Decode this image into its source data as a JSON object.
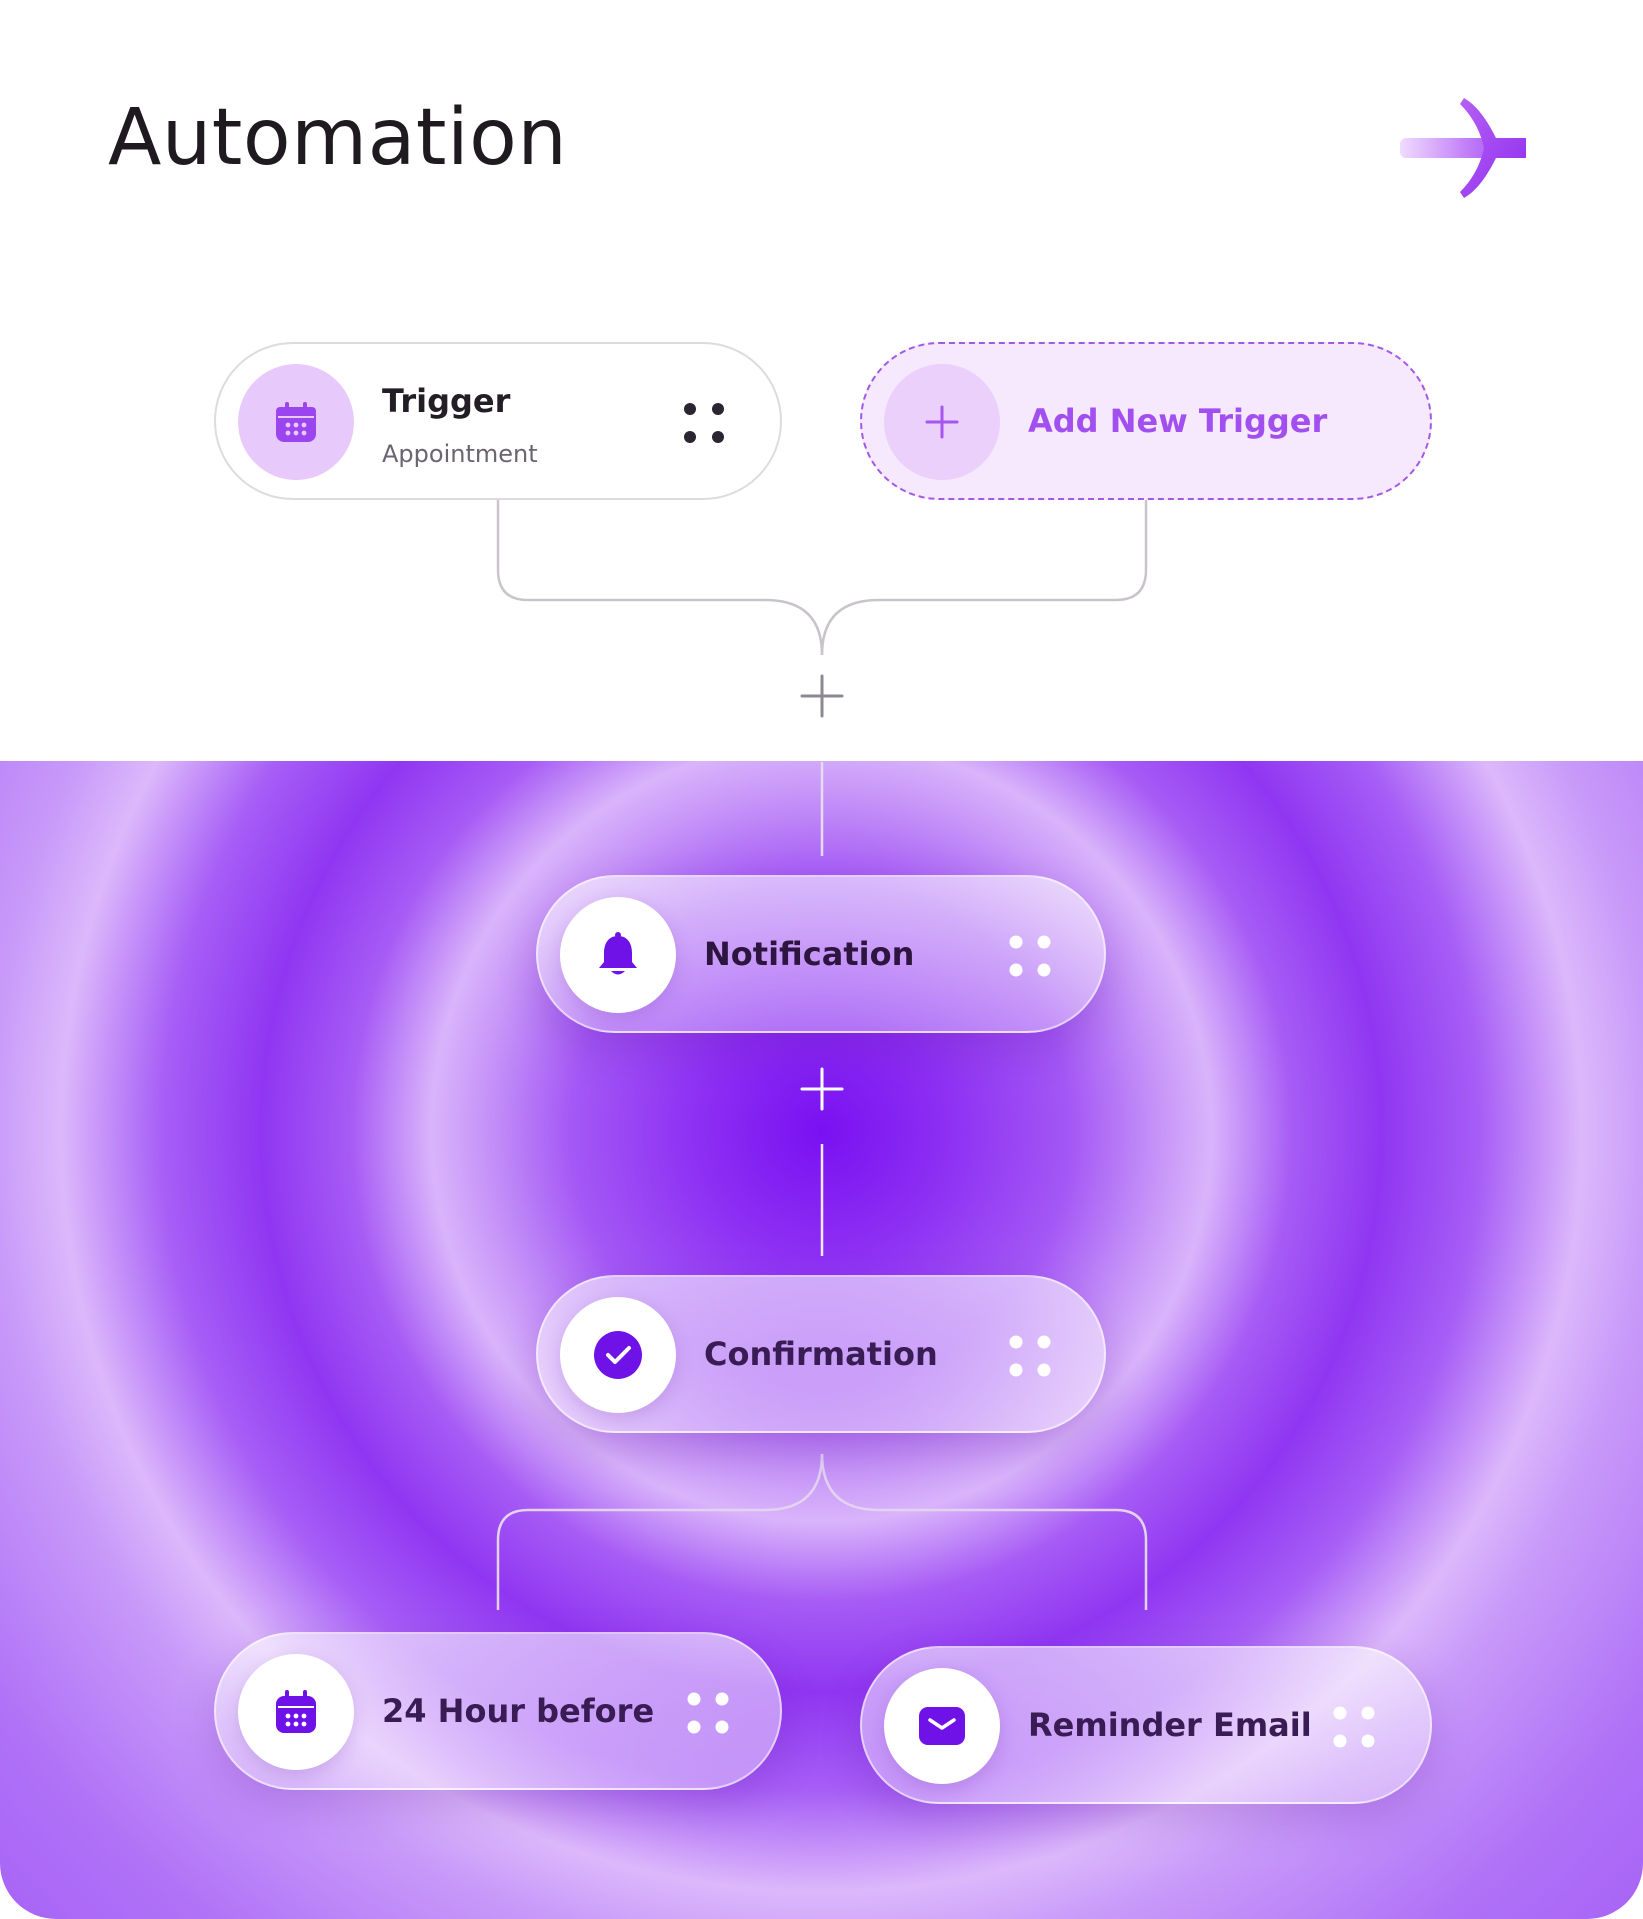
{
  "page": {
    "title": "Automation"
  },
  "brand": {
    "icon": "arrow-right-logo-icon",
    "gradient_from": "#e4c6ff",
    "gradient_to": "#9e3ff0"
  },
  "colors": {
    "accent": "#9e4af0",
    "deep_purple": "#6d12e6",
    "text_dark": "#2d1a3a",
    "connector": "#c6c2c8"
  },
  "triggers": [
    {
      "title": "Trigger",
      "subtitle": "Appointment",
      "icon": "calendar-icon",
      "handle_icon": "drag-handle-icon"
    }
  ],
  "add_trigger": {
    "label": "Add New Trigger",
    "icon": "plus-icon"
  },
  "steps": [
    {
      "title": "Notification",
      "icon": "bell-icon",
      "handle_icon": "drag-handle-icon"
    },
    {
      "title": "Confirmation",
      "icon": "check-circle-icon",
      "handle_icon": "drag-handle-icon"
    }
  ],
  "branches": [
    {
      "title": "24 Hour before",
      "icon": "calendar-icon",
      "handle_icon": "drag-handle-icon"
    },
    {
      "title": "Reminder Email",
      "icon": "mail-icon",
      "handle_icon": "drag-handle-icon"
    }
  ],
  "add_step_buttons": [
    {
      "icon": "plus-icon",
      "position": "after-trigger"
    },
    {
      "icon": "plus-icon",
      "position": "after-notification"
    }
  ]
}
